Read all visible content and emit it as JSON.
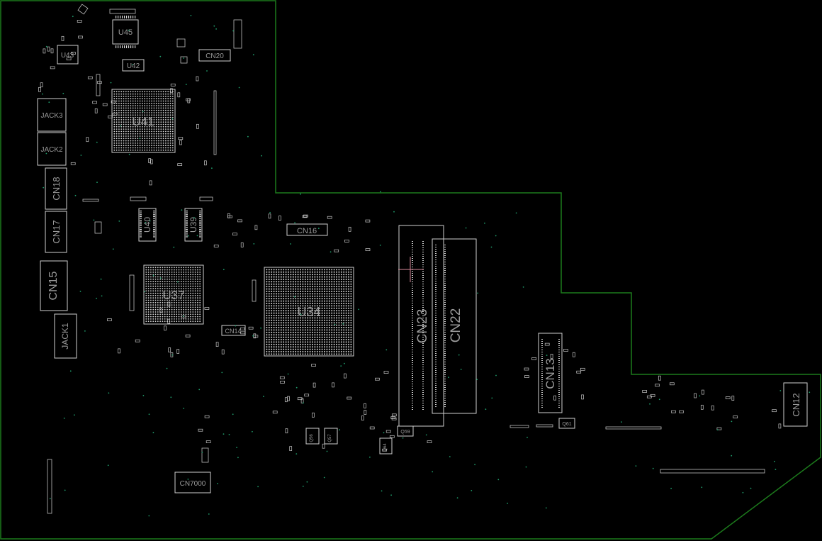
{
  "colors": {
    "background": "#000000",
    "outline": "#1c7a1c",
    "component": "#cfcfcf",
    "label": "#9a9a9a",
    "via": "#1f9a6a",
    "marker": "#d98a9a"
  },
  "components": {
    "u45": "U45",
    "u43": "U43",
    "u42": "U42",
    "cn20": "CN20",
    "u41": "U41",
    "jack3": "JACK3",
    "jack2": "JACK2",
    "cn18": "CN18",
    "cn17": "CN17",
    "cn15": "CN15",
    "jack1": "JACK1",
    "u40": "U40",
    "u39": "U39",
    "cn16": "CN16",
    "u37": "U37",
    "u34": "U34",
    "cn14": "CN14",
    "cn23": "CN23",
    "cn22": "CN22",
    "cn13": "CN13",
    "cn12": "CN12",
    "cn7000": "CN7000",
    "q59": "Q59",
    "q61": "Q61",
    "q56": "Q56",
    "q57": "Q57",
    "q64": "Q64"
  }
}
